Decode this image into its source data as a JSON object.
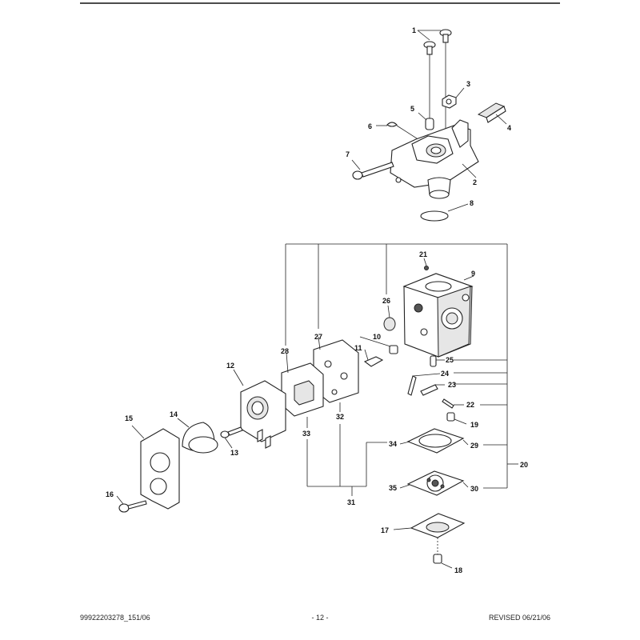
{
  "footer": {
    "left": "99922203278_151/06",
    "center": "- 12 -",
    "right": "REVISED 06/21/06"
  },
  "callouts": {
    "c1": "1",
    "c2": "2",
    "c3": "3",
    "c4": "4",
    "c5": "5",
    "c6": "6",
    "c7": "7",
    "c8": "8",
    "c9": "9",
    "c10": "10",
    "c11": "11",
    "c12": "12",
    "c13": "13",
    "c14": "14",
    "c15": "15",
    "c16": "16",
    "c17": "17",
    "c18": "18",
    "c19": "19",
    "c20": "20",
    "c21": "21",
    "c22": "22",
    "c23": "23",
    "c24": "24",
    "c25": "25",
    "c26": "26",
    "c27": "27",
    "c28": "28",
    "c29": "29",
    "c30": "30",
    "c31": "31",
    "c32": "32",
    "c33": "33",
    "c34": "34",
    "c35": "35"
  }
}
